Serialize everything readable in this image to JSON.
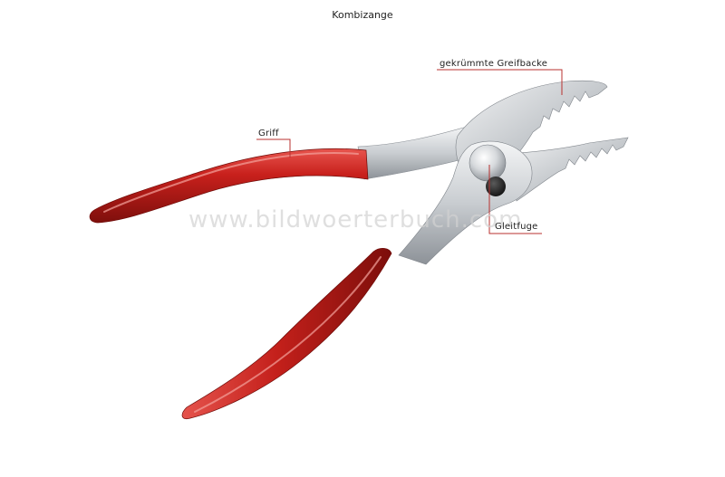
{
  "title": "Kombizange",
  "labels": {
    "griff": "Griff",
    "jaw": "gekrümmte Greifbacke",
    "joint": "Gleitfuge"
  },
  "watermark": "www.bildwoerterbuch.com",
  "colors": {
    "handle": "#c0201c",
    "metal": "#c8ccd0",
    "leader": "#b8312f"
  }
}
